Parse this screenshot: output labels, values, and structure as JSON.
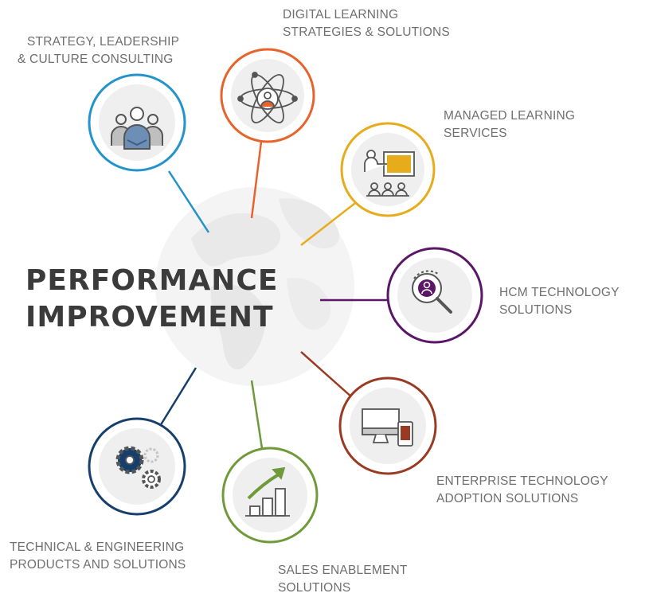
{
  "center": {
    "line1": "PERFORMANCE",
    "line2": "IMPROVEMENT"
  },
  "services": [
    {
      "line1": "STRATEGY, LEADERSHIP",
      "line2": "& CULTURE CONSULTING",
      "color": "#2293cb",
      "icon": "consulting-team-icon"
    },
    {
      "line1": "DIGITAL LEARNING",
      "line2": "STRATEGIES & SOLUTIONS",
      "color": "#e8632b",
      "icon": "atom-learner-icon"
    },
    {
      "line1": "MANAGED LEARNING",
      "line2": "SERVICES",
      "color": "#e6ac1c",
      "icon": "classroom-presenter-icon"
    },
    {
      "line1": "HCM TECHNOLOGY",
      "line2": "SOLUTIONS",
      "color": "#5b1668",
      "icon": "talent-search-icon"
    },
    {
      "line1": "ENTERPRISE TECHNOLOGY",
      "line2": "ADOPTION SOLUTIONS",
      "color": "#9a3a22",
      "icon": "devices-icon"
    },
    {
      "line1": "SALES ENABLEMENT",
      "line2": "SOLUTIONS",
      "color": "#6f9a3a",
      "icon": "growth-chart-icon"
    },
    {
      "line1": "TECHNICAL & ENGINEERING",
      "line2": "PRODUCTS AND SOLUTIONS",
      "color": "#163f6b",
      "icon": "gears-icon"
    }
  ]
}
